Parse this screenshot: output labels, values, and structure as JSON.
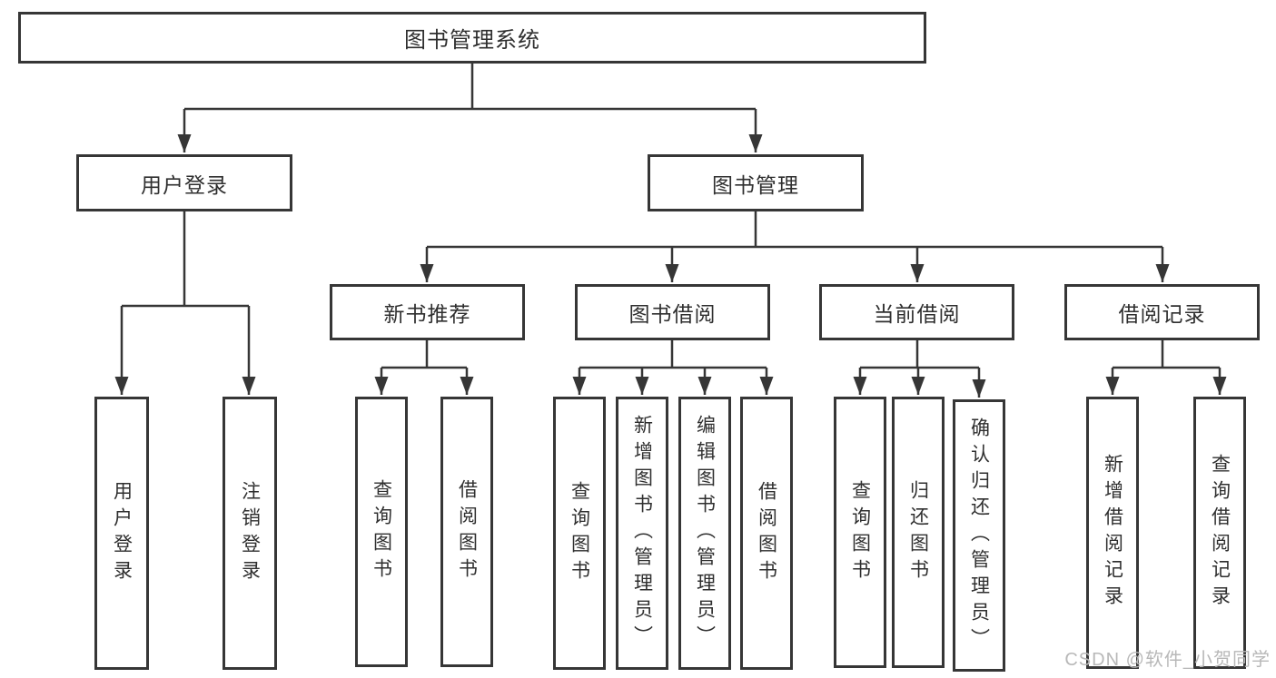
{
  "nodes": {
    "root": {
      "label": "图书管理系统"
    },
    "user_login": {
      "label": "用户登录"
    },
    "book_mgmt": {
      "label": "图书管理"
    },
    "new_book_rec": {
      "label": "新书推荐"
    },
    "book_borrowing": {
      "label": "图书借阅"
    },
    "current_borrowing": {
      "label": "当前借阅"
    },
    "borrowing_records": {
      "label": "借阅记录"
    }
  },
  "leaves": {
    "user_login": {
      "label": "用户登录"
    },
    "logout": {
      "label": "注销登录"
    },
    "search_books_1": {
      "label": "查询图书"
    },
    "borrow_books_1": {
      "label": "借阅图书"
    },
    "search_books_2": {
      "label": "查询图书"
    },
    "add_book_admin": {
      "label": "新增图书（管理员）"
    },
    "edit_book_admin": {
      "label": "编辑图书（管理员）"
    },
    "borrow_books_2": {
      "label": "借阅图书"
    },
    "search_books_3": {
      "label": "查询图书"
    },
    "return_book": {
      "label": "归还图书"
    },
    "confirm_return_admin": {
      "label": "确认归还（管理员）"
    },
    "add_borrow_record": {
      "label": "新增借阅记录"
    },
    "search_borrow_record": {
      "label": "查询借阅记录"
    }
  },
  "watermark": {
    "text": "CSDN @软件_小贺同学"
  },
  "colors": {
    "line": "#363636",
    "box_border": "#363636",
    "text": "#2f2f2f",
    "background": "#ffffff",
    "watermark": "#b8b8b8"
  }
}
